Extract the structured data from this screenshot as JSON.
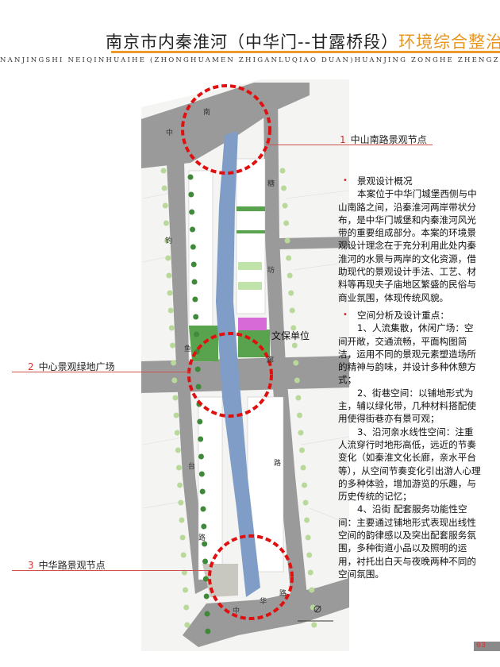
{
  "header": {
    "title_main": "南京市内秦淮河（中华门--甘露桥段）",
    "title_accent": "环境综合整治",
    "subtitle": "NANJINGSHI NEIQINHUAIHE (ZHONGHUAMEN ZHIGANLUQIAO DUAN)HUANJING ZONGHE ZHENGZHI"
  },
  "callouts": [
    {
      "num": "1",
      "label": "中山南路景观节点"
    },
    {
      "num": "2",
      "label": "中心景观绿地广场"
    },
    {
      "num": "3",
      "label": "中华路景观节点"
    }
  ],
  "map": {
    "heritage_label": "文保单位",
    "streets": [
      "中",
      "南",
      "糖",
      "坊",
      "钓",
      "鱼",
      "廊",
      "台",
      "路",
      "路",
      "路",
      "中",
      "华"
    ],
    "colors": {
      "road": "#9a9a9a",
      "river": "#7f9dc6",
      "heritage": "#d86ad8",
      "circle": "#e01010",
      "tree": "#3f8a3a"
    }
  },
  "overview": {
    "heading": "景观设计概况",
    "body": "本案位于中华门城堡西侧与中山南路之间，沿秦淮河两岸带状分布，是中华门城堡和内秦淮河风光带的重要组成部分。本案的环境景观设计理念在于充分利用此处内秦淮河的水景与两岸的文化资源，借助现代的景观设计手法、工艺、材料等再现夫子庙地区繁盛的民俗与商业氛围，体现传统风貌。"
  },
  "analysis": {
    "heading": "空间分析及设计重点：",
    "items": [
      "1、人流集散，休闲广场：空间开敞，交通流畅，平面构图简洁，运用不同的景观元素塑造场所的精神与韵味，并设计多种休憩方式；",
      "2、街巷空间：以铺地形式为主，辅以绿化带，几种材料搭配使用使得街巷亦有景可观；",
      "3、沿河亲水线性空间：注重人流穿行时地形高低，远近的节奏变化（如秦淮文化长廊，亲水平台等），从空间节奏变化引出游人心理的多种体验，增加游览的乐趣，与历史传统的记忆；",
      "4、沿街 配套服务功能性空间：主要通过铺地形式表现出线性空间的韵律感以及突出配套服务氛围，多种街道小品以及照明的运用，衬托出白天与夜晚两种不同的空间氛围。"
    ]
  },
  "page_number": "03"
}
